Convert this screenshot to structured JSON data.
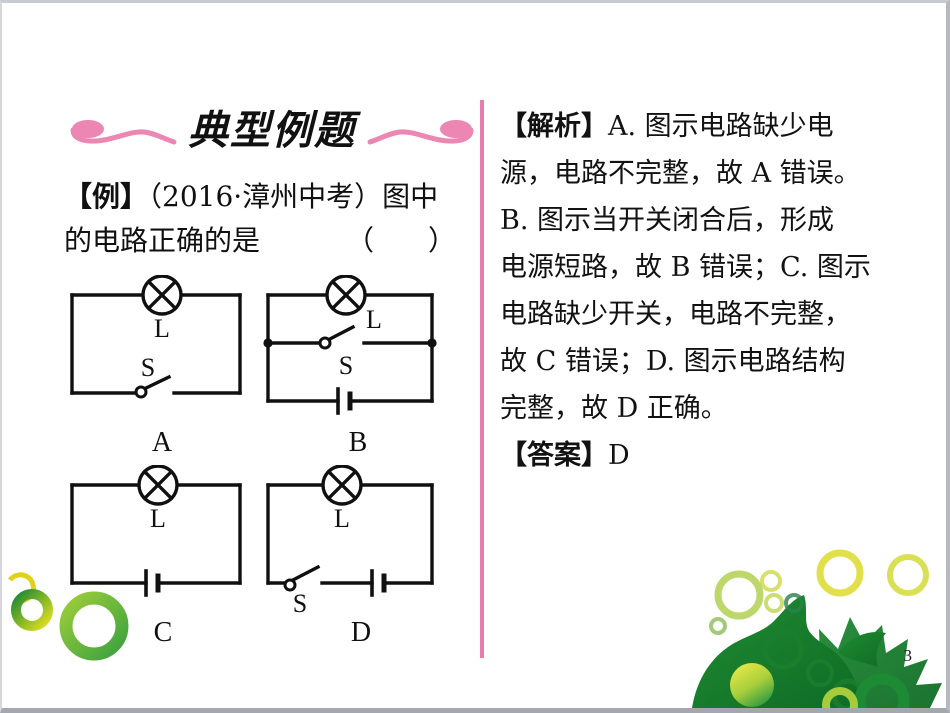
{
  "slide": {
    "page_number": "3",
    "header_title": "典型例题",
    "divider_color": "#e87cad",
    "swirl_color": "#e87cad"
  },
  "question": {
    "lines": [
      {
        "bold_prefix": "【例】",
        "rest": "（2016·漳州中考）图中"
      },
      {
        "bold_prefix": "",
        "rest": "的电路正确的是"
      }
    ],
    "answer_paren_open": "（",
    "answer_paren_close": "）"
  },
  "circuits": [
    {
      "id": "A",
      "label": "A",
      "lamp_label": "L",
      "switch_label": "S",
      "has_lamp": true,
      "has_switch": true,
      "has_battery": false
    },
    {
      "id": "B",
      "label": "B",
      "lamp_label": "L",
      "switch_label": "S",
      "has_lamp": true,
      "has_switch": true,
      "has_battery": true
    },
    {
      "id": "C",
      "label": "C",
      "lamp_label": "L",
      "switch_label": "",
      "has_lamp": true,
      "has_switch": false,
      "has_battery": true
    },
    {
      "id": "D",
      "label": "D",
      "lamp_label": "L",
      "switch_label": "S",
      "has_lamp": true,
      "has_switch": true,
      "has_battery": true
    }
  ],
  "explanation": {
    "lines": [
      {
        "bold_prefix": "【解析】",
        "rest": "A. 图示电路缺少电"
      },
      {
        "bold_prefix": "",
        "rest": "源，电路不完整，故 A 错误。"
      },
      {
        "bold_prefix": "",
        "rest": "B. 图示当开关闭合后，形成"
      },
      {
        "bold_prefix": "",
        "rest": "电源短路，故 B 错误；C. 图示"
      },
      {
        "bold_prefix": "",
        "rest": "电路缺少开关，电路不完整，"
      },
      {
        "bold_prefix": "",
        "rest": "故 C 错误；D. 图示电路结构"
      },
      {
        "bold_prefix": "",
        "rest": "完整，故 D 正确。"
      }
    ],
    "answer_prefix": "【答案】",
    "answer_value": "D"
  }
}
